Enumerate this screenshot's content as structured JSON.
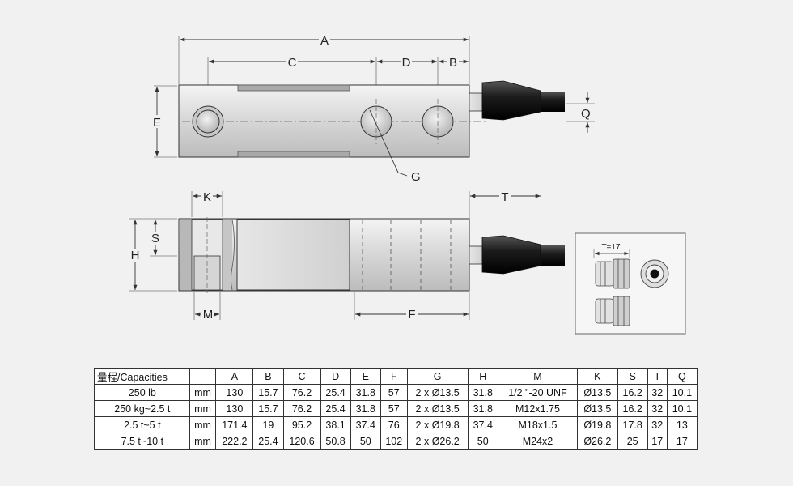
{
  "drawing": {
    "top_view_labels": {
      "a": "A",
      "c": "C",
      "d": "D",
      "b": "B",
      "e": "E",
      "q": "Q",
      "g": "G"
    },
    "side_view_labels": {
      "k": "K",
      "t": "T",
      "s": "S",
      "h": "H",
      "m": "M",
      "f": "F"
    },
    "inset_label": "T=17"
  },
  "table": {
    "columns": [
      "量程/Capacities",
      "",
      "A",
      "B",
      "C",
      "D",
      "E",
      "F",
      "G",
      "H",
      "M",
      "K",
      "S",
      "T",
      "Q"
    ],
    "rows": [
      [
        "250 lb",
        "mm",
        "130",
        "15.7",
        "76.2",
        "25.4",
        "31.8",
        "57",
        "2 x Ø13.5",
        "31.8",
        "1/2 \"-20 UNF",
        "Ø13.5",
        "16.2",
        "32",
        "10.1"
      ],
      [
        "250 kg~2.5 t",
        "mm",
        "130",
        "15.7",
        "76.2",
        "25.4",
        "31.8",
        "57",
        "2 x Ø13.5",
        "31.8",
        "M12x1.75",
        "Ø13.5",
        "16.2",
        "32",
        "10.1"
      ],
      [
        "2.5 t~5 t",
        "mm",
        "171.4",
        "19",
        "95.2",
        "38.1",
        "37.4",
        "76",
        "2 x Ø19.8",
        "37.4",
        "M18x1.5",
        "Ø19.8",
        "17.8",
        "32",
        "13"
      ],
      [
        "7.5 t~10 t",
        "mm",
        "222.2",
        "25.4",
        "120.6",
        "50.8",
        "50",
        "102",
        "2 x Ø26.2",
        "50",
        "M24x2",
        "Ø26.2",
        "25",
        "17",
        "17"
      ]
    ]
  }
}
